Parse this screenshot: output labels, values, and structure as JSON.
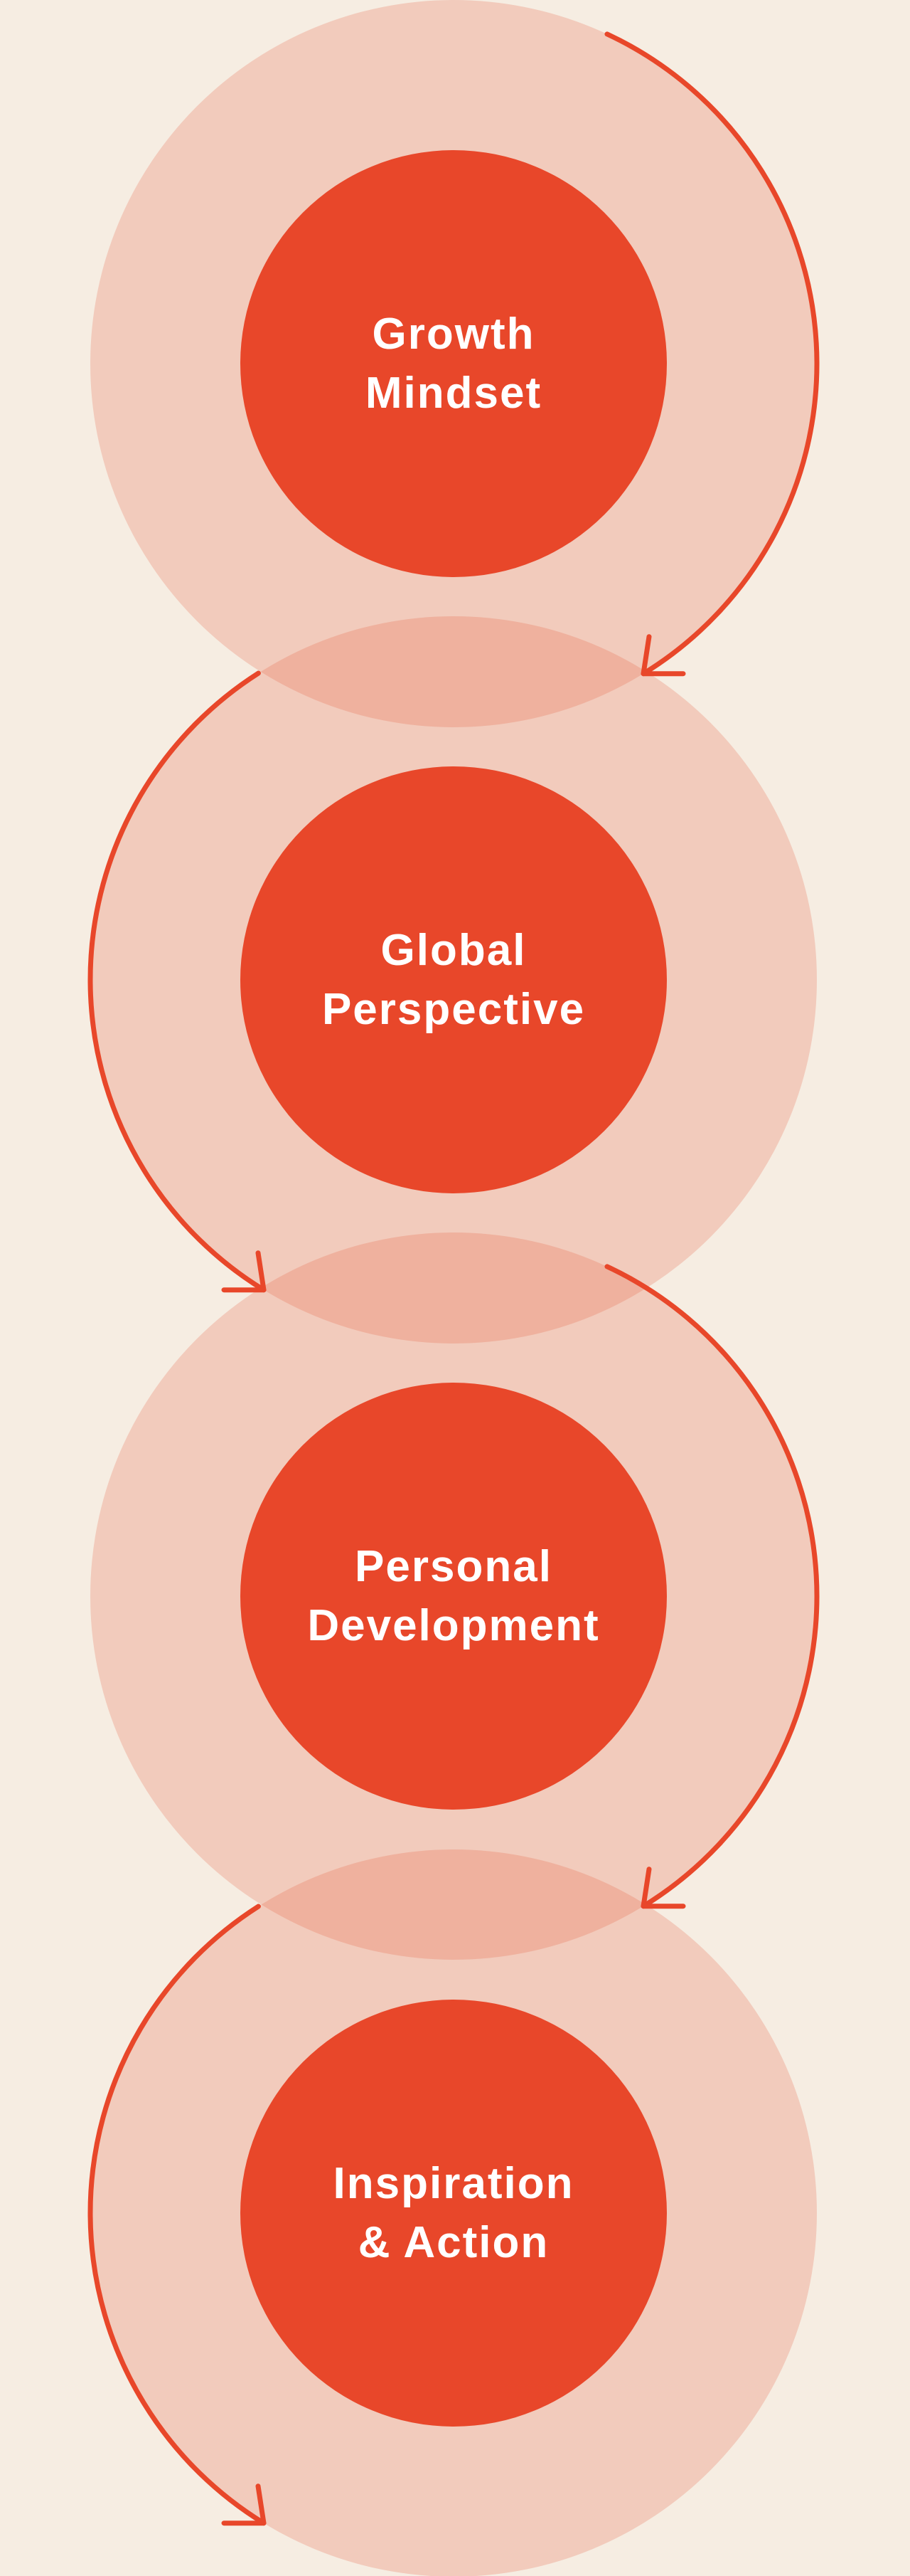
{
  "colors": {
    "background": "#f6ede2",
    "outer_circle": "#f2cbbc",
    "overlap": "#efb19e",
    "accent": "#e8472a",
    "text": "#ffffff"
  },
  "steps": [
    {
      "line1": "Growth",
      "line2": "Mindset",
      "arrow_side": "right"
    },
    {
      "line1": "Global",
      "line2": "Perspective",
      "arrow_side": "left"
    },
    {
      "line1": "Personal",
      "line2": "Development",
      "arrow_side": "right"
    },
    {
      "line1": "Inspiration",
      "line2": "& Action",
      "arrow_side": "left"
    }
  ]
}
